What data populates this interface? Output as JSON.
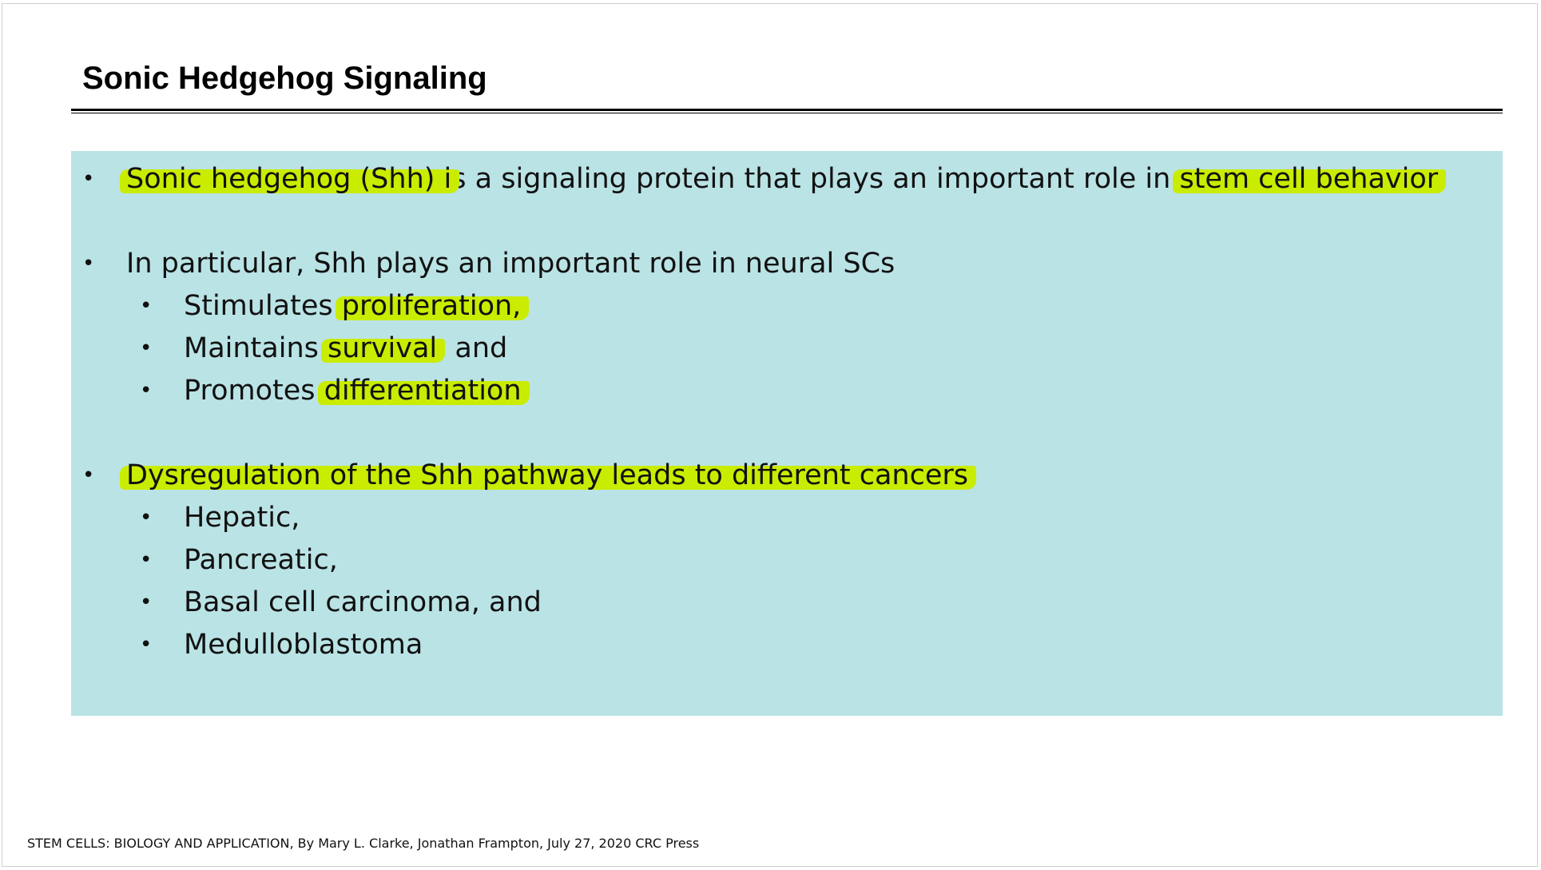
{
  "slide": {
    "title": "Sonic Hedgehog Signaling",
    "bullets": {
      "b1": {
        "hl1": "Sonic hedgehog (Shh) i",
        "mid": "s a signaling protein that plays an important role in ",
        "hl2": "stem cell behavior"
      },
      "b2": {
        "text": "In particular, Shh plays an important role in neural SCs",
        "sub1": {
          "pre": "Stimulates ",
          "hl": "proliferation,",
          "post": ""
        },
        "sub2": {
          "pre": "Maintains ",
          "hl": "survival",
          "post": ", and"
        },
        "sub3": {
          "pre": "Promotes ",
          "hl": "differentiation",
          "post": ""
        }
      },
      "b3": {
        "hl": "Dysregulation of the Shh pathway leads to different cancers",
        "post": ":",
        "subs": [
          "Hepatic,",
          "Pancreatic,",
          "Basal cell carcinoma, and",
          "Medulloblastoma"
        ]
      }
    },
    "bullet_glyph": "•",
    "highlight_color": "#c9ec00",
    "box_color": "#bae3e5"
  },
  "footer": "STEM CELLS: BIOLOGY AND APPLICATION, By Mary L. Clarke, Jonathan Frampton, July 27, 2020 CRC Press"
}
